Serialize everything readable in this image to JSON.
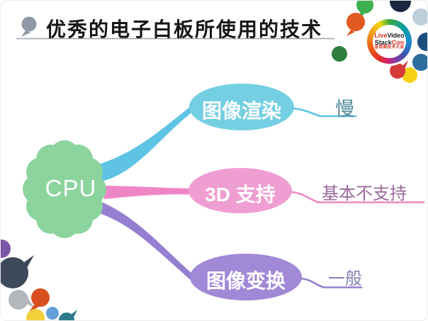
{
  "title": {
    "text": "优秀的电子白板所使用的技术"
  },
  "logo": {
    "live": "Live",
    "video": "Video",
    "stack": "Stack",
    "con": "Con",
    "tagline": "音视频技术大会",
    "accent_red": "#d6321e",
    "dark": "#1d1d1f"
  },
  "mindmap": {
    "root": {
      "label": "CPU",
      "fill": "#8cd49e"
    },
    "branches": [
      {
        "label": "图像渲染",
        "annotation": "慢",
        "node_fill": "#74cfe2",
        "line_color": "#5fc4e4",
        "annotation_color": "#4c8696"
      },
      {
        "label": "3D 支持",
        "annotation": "基本不支持",
        "node_fill": "#ef9ed2",
        "line_color": "#ee86c6",
        "annotation_color": "#9a6b9d"
      },
      {
        "label": "图像变换",
        "annotation": "一般",
        "node_fill": "#a189d7",
        "line_color": "#967fd0",
        "annotation_color": "#8781b5"
      }
    ]
  }
}
